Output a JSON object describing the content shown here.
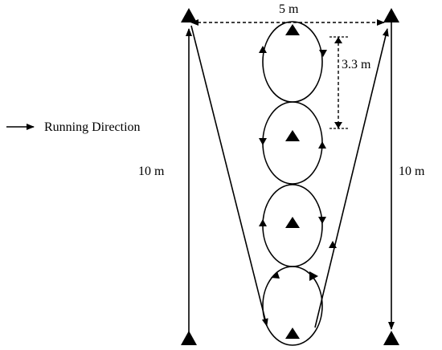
{
  "legend": {
    "label": "Running Direction",
    "arrow_icon": "right-arrow-icon"
  },
  "dimensions": {
    "top_width": "5 m",
    "circle_height": "3.3 m",
    "left_length": "10 m",
    "right_length": "10 m"
  },
  "cones": {
    "icon": "cone-triangle-icon",
    "count": 8
  },
  "colors": {
    "ink": "#000000",
    "background": "#ffffff"
  }
}
